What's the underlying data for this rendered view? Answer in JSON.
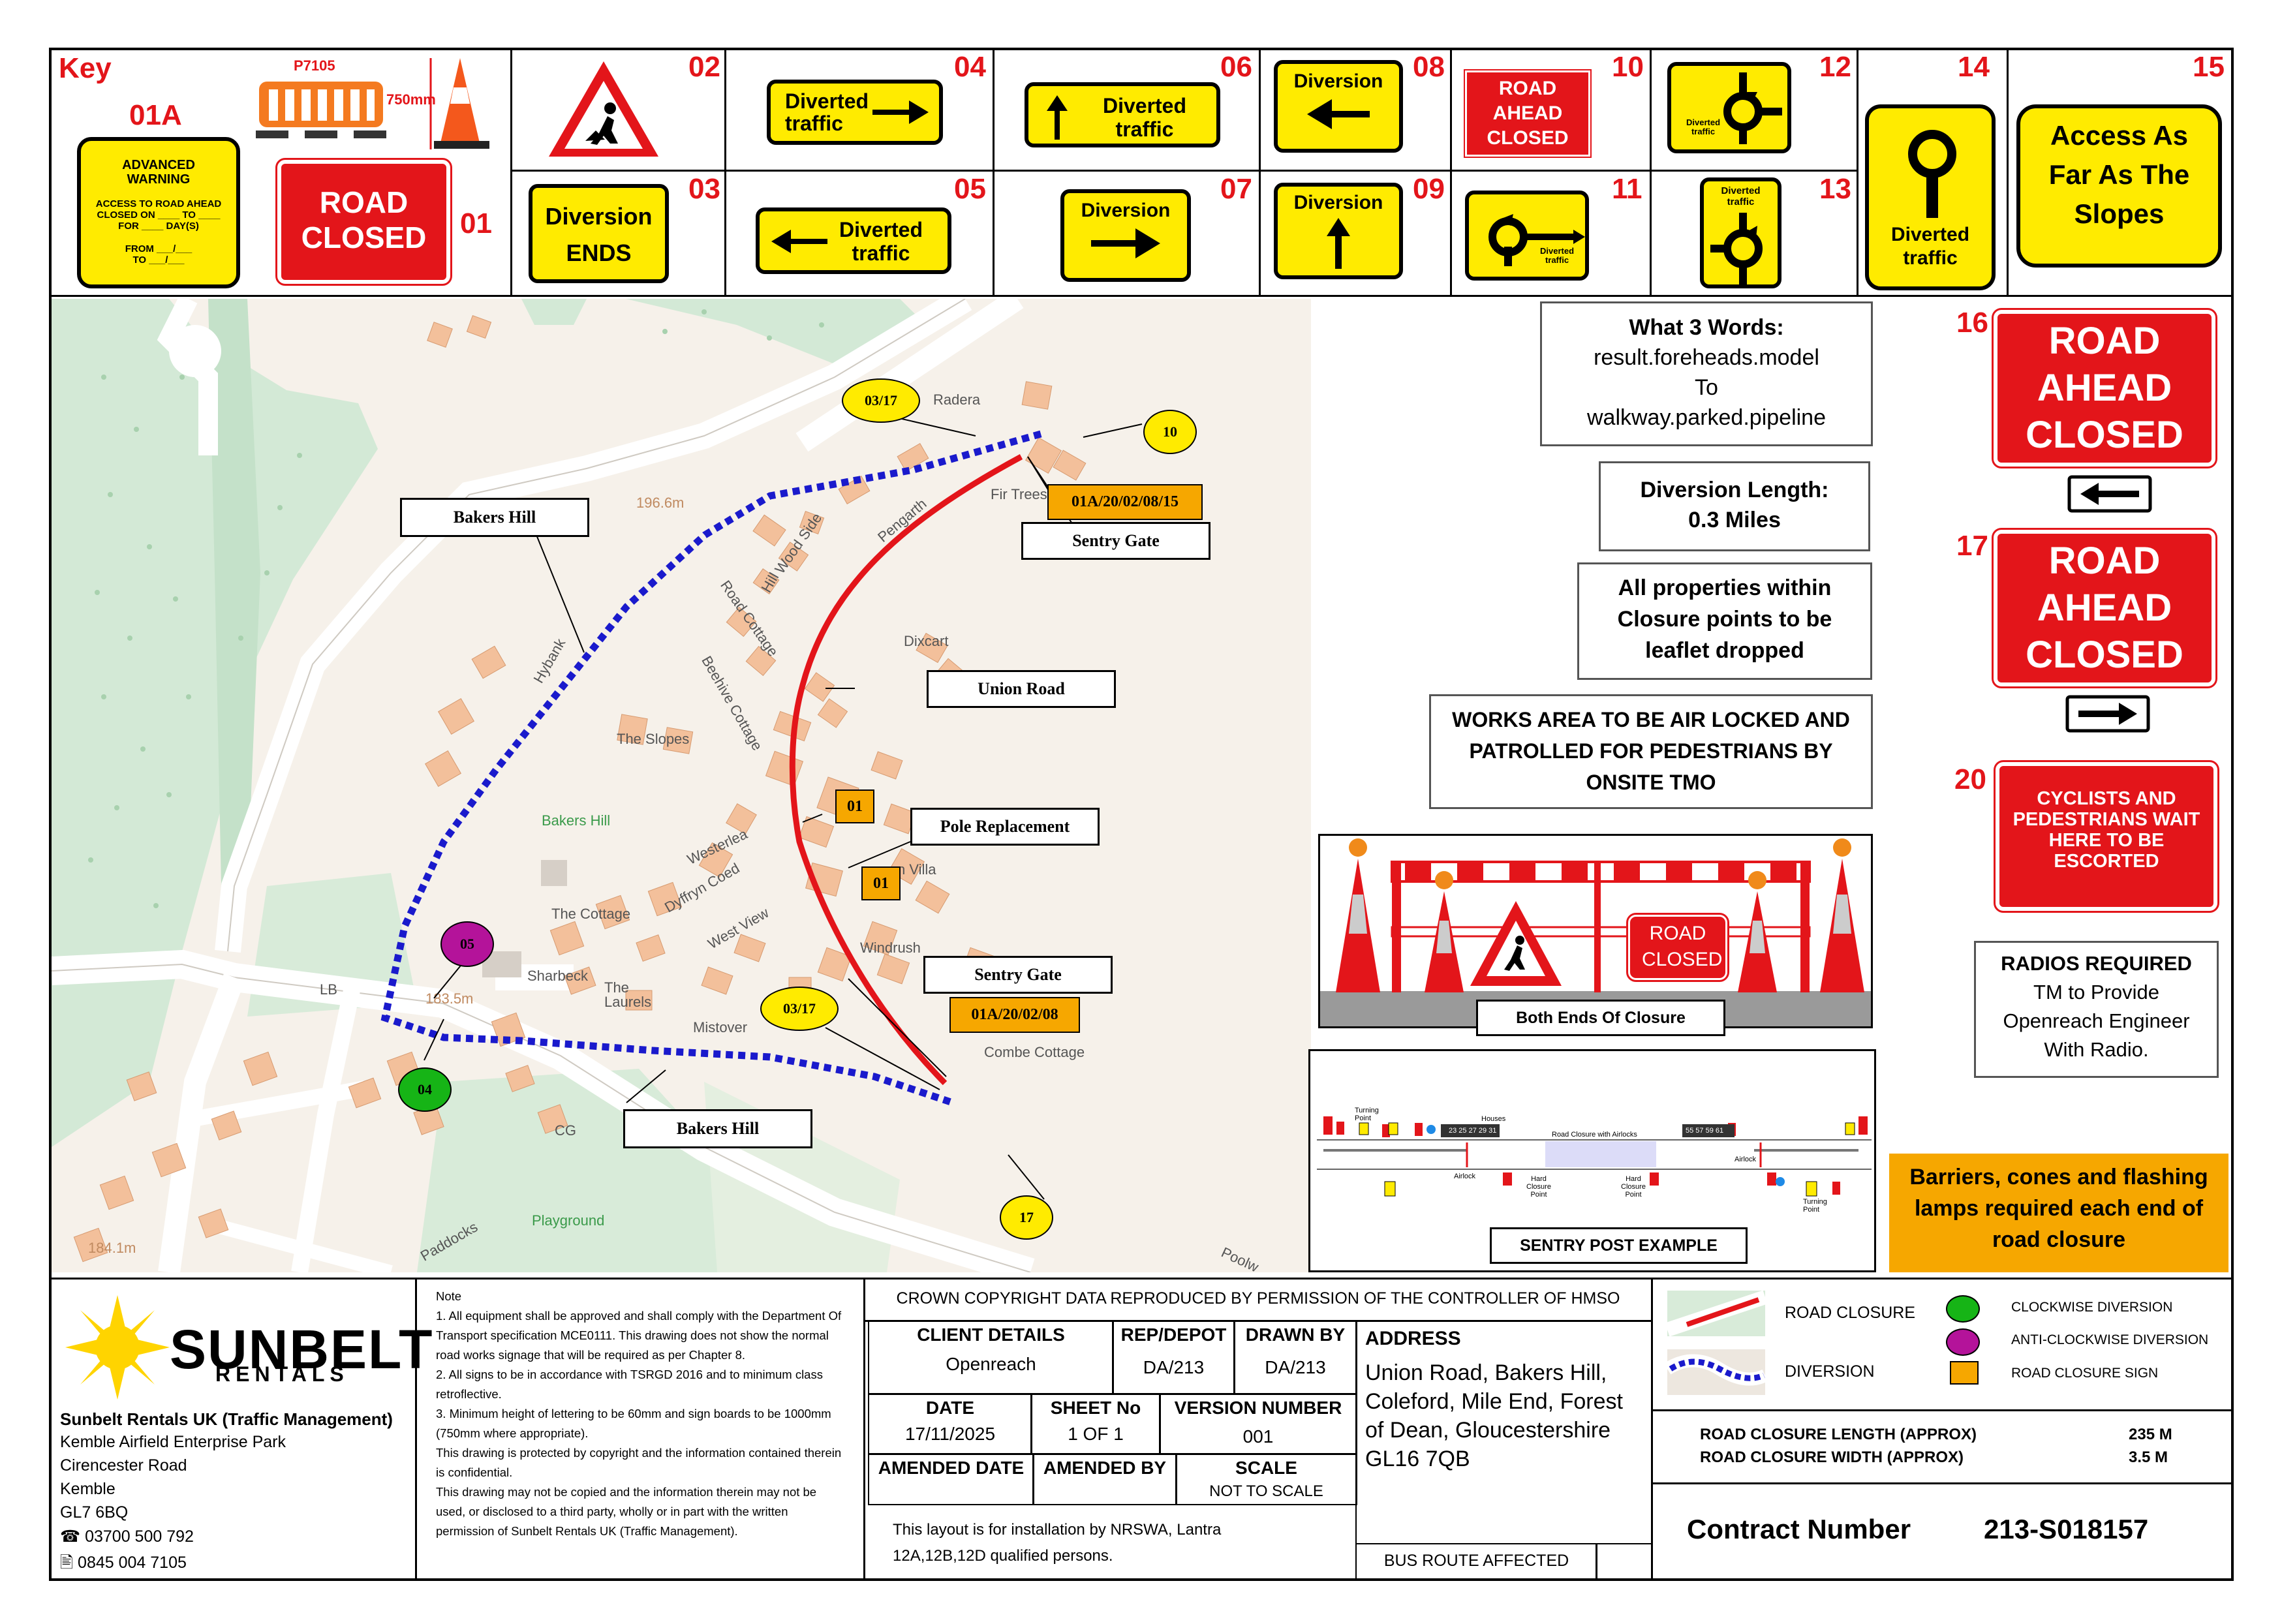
{
  "key": {
    "title": "Key",
    "label_01a": "01A",
    "barrier_code": "P7105",
    "cone_height": "750mm",
    "advance_warning": {
      "title": "ADVANCED WARNING",
      "line1": "ACCESS TO ROAD AHEAD",
      "line2": "CLOSED ON ____ TO ____",
      "line3": "FOR ____ DAY(S)",
      "line4": "FROM ___/___",
      "line5": "TO ___/___"
    },
    "road_closed": "ROAD CLOSED",
    "num_01": "01"
  },
  "signs": [
    {
      "num": "02",
      "type": "roadworks-triangle"
    },
    {
      "num": "03",
      "text": "Diversion ENDS"
    },
    {
      "num": "04",
      "text": "Diverted traffic",
      "arrow": "right"
    },
    {
      "num": "05",
      "text": "Diverted traffic",
      "arrow": "left"
    },
    {
      "num": "06",
      "text": "Diverted traffic",
      "arrow": "up"
    },
    {
      "num": "07",
      "text": "Diversion",
      "arrow": "right"
    },
    {
      "num": "08",
      "text": "Diversion",
      "arrow": "left"
    },
    {
      "num": "09",
      "text": "Diversion",
      "arrow": "up"
    },
    {
      "num": "10",
      "text": "ROAD AHEAD CLOSED"
    },
    {
      "num": "11",
      "text": "Diverted traffic"
    },
    {
      "num": "12",
      "text": "Diverted traffic"
    },
    {
      "num": "13",
      "text": "Diverted traffic"
    },
    {
      "num": "14",
      "text": "Diverted traffic"
    },
    {
      "num": "15",
      "text": "Access As Far As The Slopes"
    },
    {
      "num": "16",
      "text": "ROAD AHEAD CLOSED",
      "arrow": "left"
    },
    {
      "num": "17",
      "text": "ROAD AHEAD CLOSED",
      "arrow": "right"
    },
    {
      "num": "20",
      "text": "CYCLISTS AND PEDESTRIANS WAIT HERE TO BE ESCORTED"
    }
  ],
  "info": {
    "w3w_title": "What 3 Words:",
    "w3w_from": "result.foreheads.model",
    "w3w_to_label": "To",
    "w3w_to": "walkway.parked.pipeline",
    "diversion_title": "Diversion Length:",
    "diversion_value": "0.3 Miles",
    "leaflet": "All properties within Closure points to be leaflet dropped",
    "works_area": "WORKS AREA TO BE AIR LOCKED AND PATROLLED FOR PEDESTRIANS BY ONSITE TMO",
    "both_ends": "Both Ends Of Closure",
    "closure_sign": "ROAD CLOSED",
    "sentry_example": "SENTRY POST EXAMPLE",
    "radios_title": "RADIOS REQUIRED",
    "radios_text": "TM to Provide Openreach Engineer With Radio.",
    "barriers_note": "Barriers, cones and flashing lamps required each end of road closure"
  },
  "sentry_diagram": {
    "turning_point": "Turning Point",
    "houses": "Houses",
    "numbers_left": "23 25 27 29 31",
    "road_closure_airlocks": "Road Closure with Airlocks",
    "numbers_right": "55 57 59 61",
    "airlock": "Airlock",
    "hard_closure": "Hard Closure Point"
  },
  "map": {
    "labels": {
      "bakers_hill_top": "Bakers Hill",
      "bakers_hill_bottom": "Bakers Hill",
      "sentry_gate_top": "Sentry Gate",
      "sentry_gate_bottom": "Sentry Gate",
      "union_road": "Union Road",
      "pole_replacement": "Pole Replacement"
    },
    "markers": {
      "m0317_top": "03/17",
      "m0317_bottom": "03/17",
      "m10": "10",
      "m17": "17",
      "m05": "05",
      "m04": "04",
      "m01a_top": "01A/20/02/08/15",
      "m01a_bottom": "01A/20/02/08",
      "m01_a": "01",
      "m01_b": "01"
    },
    "place_names": {
      "radera": "Radera",
      "fir_trees": "Fir Trees",
      "pengarth": "Pengarth",
      "wood_side": "Wood Side",
      "hill": "Hill",
      "road_cottage": "Road Cottage",
      "dixcart": "Dixcart",
      "beehive": "Beehive Cottage",
      "the_slopes": "The Slopes",
      "hybank": "Hybank",
      "bakers_hill": "Bakers Hill",
      "westerlea": "Westerlea",
      "dyffryn": "Dyffryn Coed",
      "villa": "n Villa",
      "west_view": "West View",
      "windrush": "Windrush",
      "the_cottage": "The Cottage",
      "sharbeck": "Sharbeck",
      "the_laurels": "The Laurels",
      "mistover": "Mistover",
      "combe": "Combe Cottage",
      "lb": "LB",
      "h1835": "183.5m",
      "h1966": "196.6m",
      "h1841": "184.1m",
      "cg": "CG",
      "playground": "Playground",
      "paddocks": "Paddocks",
      "poolway": "Poolw"
    }
  },
  "footer": {
    "company": "SUNBELT",
    "company_sub": "RENTALS",
    "address_title": "Sunbelt Rentals UK (Traffic Management)",
    "address_lines": [
      "Kemble Airfield Enterprise Park",
      "Cirencester Road",
      "Kemble",
      "GL7 6BQ"
    ],
    "phone1": "☎ 03700 500 792",
    "phone2": "🖹 0845 004 7105",
    "note_title": "Note",
    "notes": [
      "1. All equipment shall be approved and shall comply with the Department Of Transport specification MCE0111. This drawing does not show the normal road works signage that will be required as per Chapter 8.",
      "2. All signs to be in accordance with TSRGD 2016 and to minimum class retroflective.",
      "3. Minimum height of lettering to be 60mm and sign boards to be 1000mm (750mm where appropriate).",
      "This drawing is protected by copyright and the information contained therein is confidential.",
      "This drawing may not be copied and the information therein may not be used, or disclosed to a third party, wholly or in part with the written permission of Sunbelt Rentals UK (Traffic Management)."
    ],
    "crown": "CROWN COPYRIGHT DATA REPRODUCED BY PERMISSION OF THE CONTROLLER OF HMSO",
    "client_label": "CLIENT DETAILS",
    "client_value": "Openreach",
    "rep_label": "REP/DEPOT",
    "rep_value": "DA/213",
    "drawn_label": "DRAWN BY",
    "drawn_value": "DA/213",
    "date_label": "DATE",
    "date_value": "17/11/2025",
    "sheet_label": "SHEET No",
    "sheet_value": "1 OF 1",
    "version_label": "VERSION NUMBER",
    "version_value": "001",
    "amended_date_label": "AMENDED DATE",
    "amended_by_label": "AMENDED BY",
    "scale_label": "SCALE",
    "scale_value": "NOT TO SCALE",
    "layout_note": "This layout is for installation by NRSWA, Lantra 12A,12B,12D qualified persons.",
    "address_label": "ADDRESS",
    "address_value": "Union Road, Bakers Hill, Coleford, Mile End, Forest of Dean, Gloucestershire GL16 7QB",
    "bus_route": "BUS ROUTE AFFECTED",
    "legend_road_closure": "ROAD CLOSURE",
    "legend_diversion": "DIVERSION",
    "legend_clockwise": "CLOCKWISE DIVERSION",
    "legend_anticlockwise": "ANTI-CLOCKWISE DIVERSION",
    "legend_sign": "ROAD CLOSURE SIGN",
    "closure_length_label": "ROAD CLOSURE LENGTH (APPROX)",
    "closure_length_value": "235 M",
    "closure_width_label": "ROAD CLOSURE WIDTH (APPROX)",
    "closure_width_value": "3.5 M",
    "contract_label": "Contract Number",
    "contract_value": "213-S018157"
  },
  "colors": {
    "sign_yellow": "#ffeb00",
    "sign_red": "#e3151a",
    "closure_line": "#e3151a",
    "diversion_line": "#1a1acc",
    "marker_orange": "#f6a700",
    "clockwise_green": "#16b416",
    "anticlockwise_magenta": "#b4139a"
  }
}
